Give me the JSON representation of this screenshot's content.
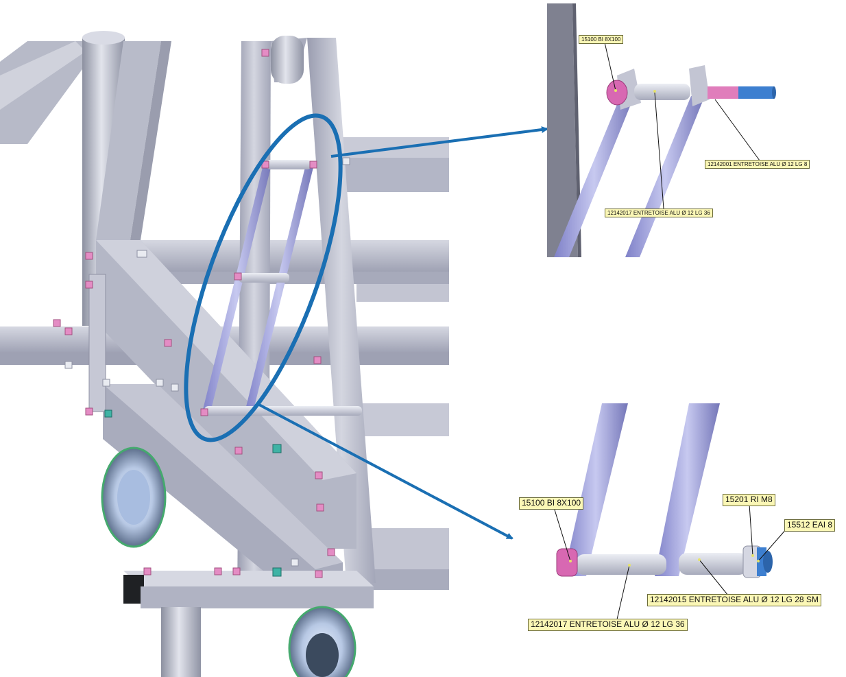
{
  "callouts": {
    "top": {
      "labels": [
        "15100 BI 8X100",
        "12142001 ENTRETOISE ALU Ø 12 LG 8",
        "12142017 ENTRETOISE ALU Ø 12 LG 36"
      ]
    },
    "bottom": {
      "labels": [
        "15100 BI 8X100",
        "15201 RI M8",
        "15512 EAI 8",
        "12142015 ENTRETOISE ALU Ø 12 LG 28 SM",
        "12142017 ENTRETOISE ALU Ø 12 LG 36"
      ]
    }
  },
  "colors": {
    "highlight": "#1a6fb3",
    "label_bg": "#fbf7b6",
    "frame": "#b9bccb",
    "frame_dark": "#8e91a3",
    "bolt": "#e48cc4",
    "thread": "#3d7fd0"
  }
}
